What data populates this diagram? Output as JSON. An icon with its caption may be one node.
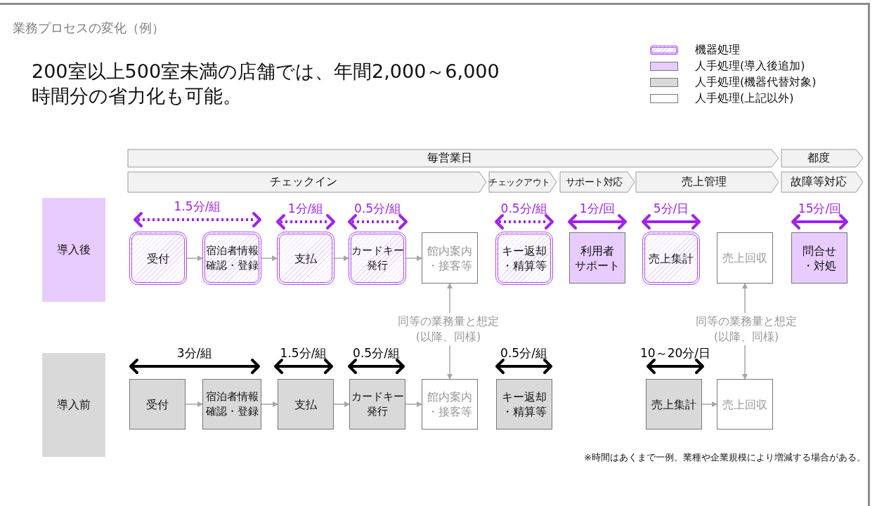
{
  "diagram": {
    "title": "業務プロセスの変化（例）",
    "nodes": [
      {
        "text": [
          "毎営業日"
        ]
      },
      {
        "text": [
          "都度"
        ]
      },
      {
        "text": [
          "チェックイン"
        ]
      },
      {
        "text": [
          "チェックアウト"
        ]
      },
      {
        "text": [
          "サポート対応"
        ]
      },
      {
        "text": [
          "売上管理"
        ]
      },
      {
        "text": [
          "故障等対応"
        ]
      },
      {
        "text": [
          "導入後"
        ]
      },
      {
        "text": [
          "受付"
        ]
      },
      {
        "text": [
          "宿泊者情報確認・登録"
        ]
      },
      {
        "text": [
          "支払"
        ]
      },
      {
        "text": [
          "カードキー発行"
        ]
      },
      {
        "text": [
          "館内案内・接客等"
        ]
      },
      {
        "text": [
          "キー返却・精算等"
        ]
      },
      {
        "text": [
          "利用者サポート"
        ]
      },
      {
        "text": [
          "売上集計"
        ]
      },
      {
        "text": [
          "売上回収"
        ]
      },
      {
        "text": [
          "問合せ・対処"
        ]
      },
      {
        "text": [
          "同等の業務量と想定(以降、同様)"
        ]
      },
      {
        "text": [
          "同等の業務量と想定(以降、同様)"
        ]
      },
      {
        "text": [
          "導入前"
        ]
      },
      {
        "text": [
          "受付"
        ]
      },
      {
        "text": [
          "宿泊者情報確認・登録"
        ]
      },
      {
        "text": [
          "支払"
        ]
      },
      {
        "text": [
          "カードキー発行"
        ]
      },
      {
        "text": [
          "館内案内・接客等"
        ]
      },
      {
        "text": [
          "キー返却・精算等"
        ]
      },
      {
        "text": [
          "売上集計"
        ]
      },
      {
        "text": [
          "売上回収"
        ]
      }
    ],
    "edges": [
      {
        "from": 8,
        "to": 9,
        "arrow": "to"
      },
      {
        "from": 9,
        "to": 10,
        "arrow": "to"
      },
      {
        "from": 10,
        "to": 11,
        "arrow": "to"
      },
      {
        "from": 11,
        "to": 12,
        "arrow": "to"
      },
      {
        "from": 18,
        "to": 12,
        "arrow": "to"
      },
      {
        "from": 18,
        "to": 25,
        "arrow": "to"
      },
      {
        "from": 19,
        "to": 16,
        "arrow": "to"
      },
      {
        "from": 19,
        "to": 28,
        "arrow": "to"
      },
      {
        "from": 21,
        "to": 22,
        "arrow": "to"
      },
      {
        "from": 22,
        "to": 23,
        "arrow": "to"
      },
      {
        "from": 23,
        "to": 24,
        "arrow": "to"
      },
      {
        "from": 24,
        "to": 25,
        "arrow": "to"
      },
      {
        "from": 27,
        "to": 28,
        "arrow": "to"
      }
    ],
    "labels": [
      "200室以上500室未満の店舗では、年間2,000～6,000時間分の省力化も可能。",
      "1.5分/組",
      "1分/組",
      "0.5分/組",
      "0.5分/組",
      "1分/回",
      "5分/日",
      "15分/回",
      "3分/組",
      "1.5分/組",
      "0.5分/組",
      "0.5分/組",
      "10～20分/日",
      "※時間はあくまで一例。業種や企業規模により増減する場合がある。"
    ],
    "legend": [
      {
        "text": "機器処理"
      },
      {
        "text": "人手処理(導入後追加)",
        "color": "#e8ccff"
      },
      {
        "text": "人手処理(機器代替対象)",
        "color": "#d9d9d9"
      },
      {
        "text": "人手処理(上記以外)",
        "color": "#ffffff"
      }
    ]
  }
}
